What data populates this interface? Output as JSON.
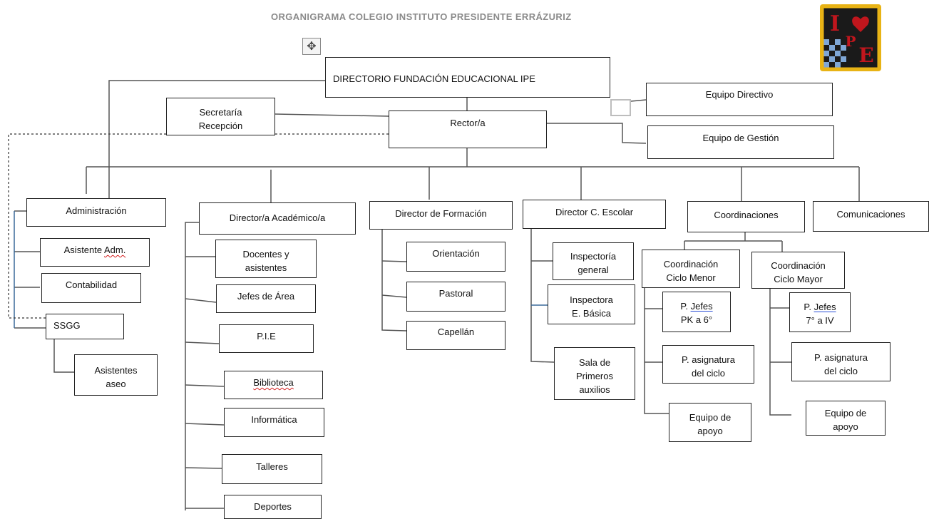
{
  "title": "ORGANIGRAMA COLEGIO INSTITUTO PRESIDENTE ERRÁZURIZ",
  "logo": {
    "icon": "school-crest-icon",
    "colors": {
      "frame": "#e8b315",
      "field": "#1a1a1a",
      "letters": "#c0161d",
      "check_blue": "#7fa7d6"
    }
  },
  "boxes": {
    "directorio": "DIRECTORIO FUNDACIÓN EDUCACIONAL IPE",
    "secretaria": [
      "Secretaría",
      "Recepción"
    ],
    "rector": "Rector/a",
    "equipo_directivo": "Equipo Directivo",
    "equipo_gestion": "Equipo de Gestión",
    "administracion": "Administración",
    "asistente_adm": {
      "a": "Asistente ",
      "b": "Adm."
    },
    "contabilidad": "Contabilidad",
    "ssgg": "SSGG",
    "asistentes_aseo": [
      "Asistentes",
      "aseo"
    ],
    "director_academico": "Director/a Académico/a",
    "docentes": [
      "Docentes y",
      "asistentes"
    ],
    "jefes_area": "Jefes de Área",
    "pie": "P.I.E",
    "biblioteca": "Biblioteca",
    "informatica": "Informática",
    "talleres": "Talleres",
    "deportes": "Deportes",
    "director_formacion": "Director de Formación",
    "orientacion": "Orientación",
    "pastoral": "Pastoral",
    "capellan": "Capellán",
    "director_escolar": "Director C. Escolar",
    "inspectoria": [
      "Inspectoría",
      "general"
    ],
    "inspectora": [
      "Inspectora",
      "E. Básica"
    ],
    "sala": [
      "Sala de",
      "Primeros",
      "auxilios"
    ],
    "coordinaciones": "Coordinaciones",
    "comunicaciones": "Comunicaciones",
    "coord_menor": [
      "Coordinación",
      "Ciclo Menor"
    ],
    "coord_mayor": [
      "Coordinación",
      "Ciclo Mayor"
    ],
    "pjefes_menor": {
      "a": "P. ",
      "b": "Jefes",
      "c": "PK a 6°"
    },
    "pasig_menor": [
      "P. asignatura",
      "del ciclo"
    ],
    "apoyo_menor": [
      "Equipo de",
      "apoyo"
    ],
    "pjefes_mayor": {
      "a": "P. ",
      "b": "Jefes",
      "c": "7° a IV"
    },
    "pasig_mayor": [
      "P. asignatura",
      "del ciclo"
    ],
    "apoyo_mayor": [
      "Equipo de",
      "apoyo"
    ]
  },
  "move_handle_icon": "move-arrows-icon"
}
